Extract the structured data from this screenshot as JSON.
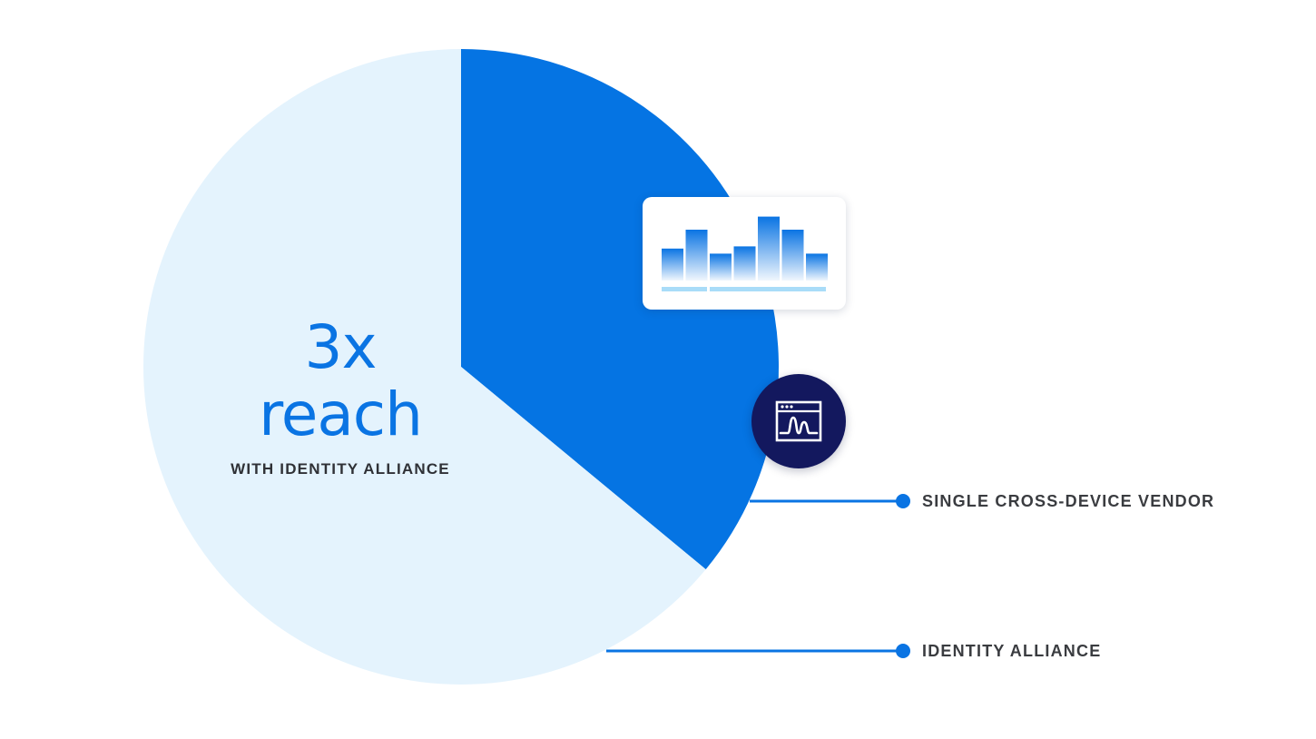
{
  "chart_data": {
    "type": "pie",
    "title": "",
    "slices": [
      {
        "label": "SINGLE CROSS-DEVICE VENDOR",
        "value": 36,
        "color": "#0574e3"
      },
      {
        "label": "IDENTITY ALLIANCE",
        "value": 64,
        "color": "#e4f3fd"
      }
    ],
    "start_angle_deg": 0,
    "direction": "clockwise"
  },
  "stat": {
    "value": "3x",
    "unit": "reach",
    "caption": "WITH IDENTITY ALLIANCE"
  },
  "legend": [
    {
      "label": "SINGLE CROSS-DEVICE VENDOR",
      "marker_color": "#0a74e3"
    },
    {
      "label": "IDENTITY ALLIANCE",
      "marker_color": "#0a74e3"
    }
  ],
  "mini_chart": {
    "icon": "bar-chart-card-icon",
    "values": [
      0.44,
      0.7,
      0.37,
      0.47,
      0.88,
      0.7,
      0.37
    ],
    "bar_color": "#0a74e3",
    "baseline_color": "#a9dcf8"
  },
  "badge": {
    "icon": "analytics-window-icon",
    "background": "#13185e"
  }
}
